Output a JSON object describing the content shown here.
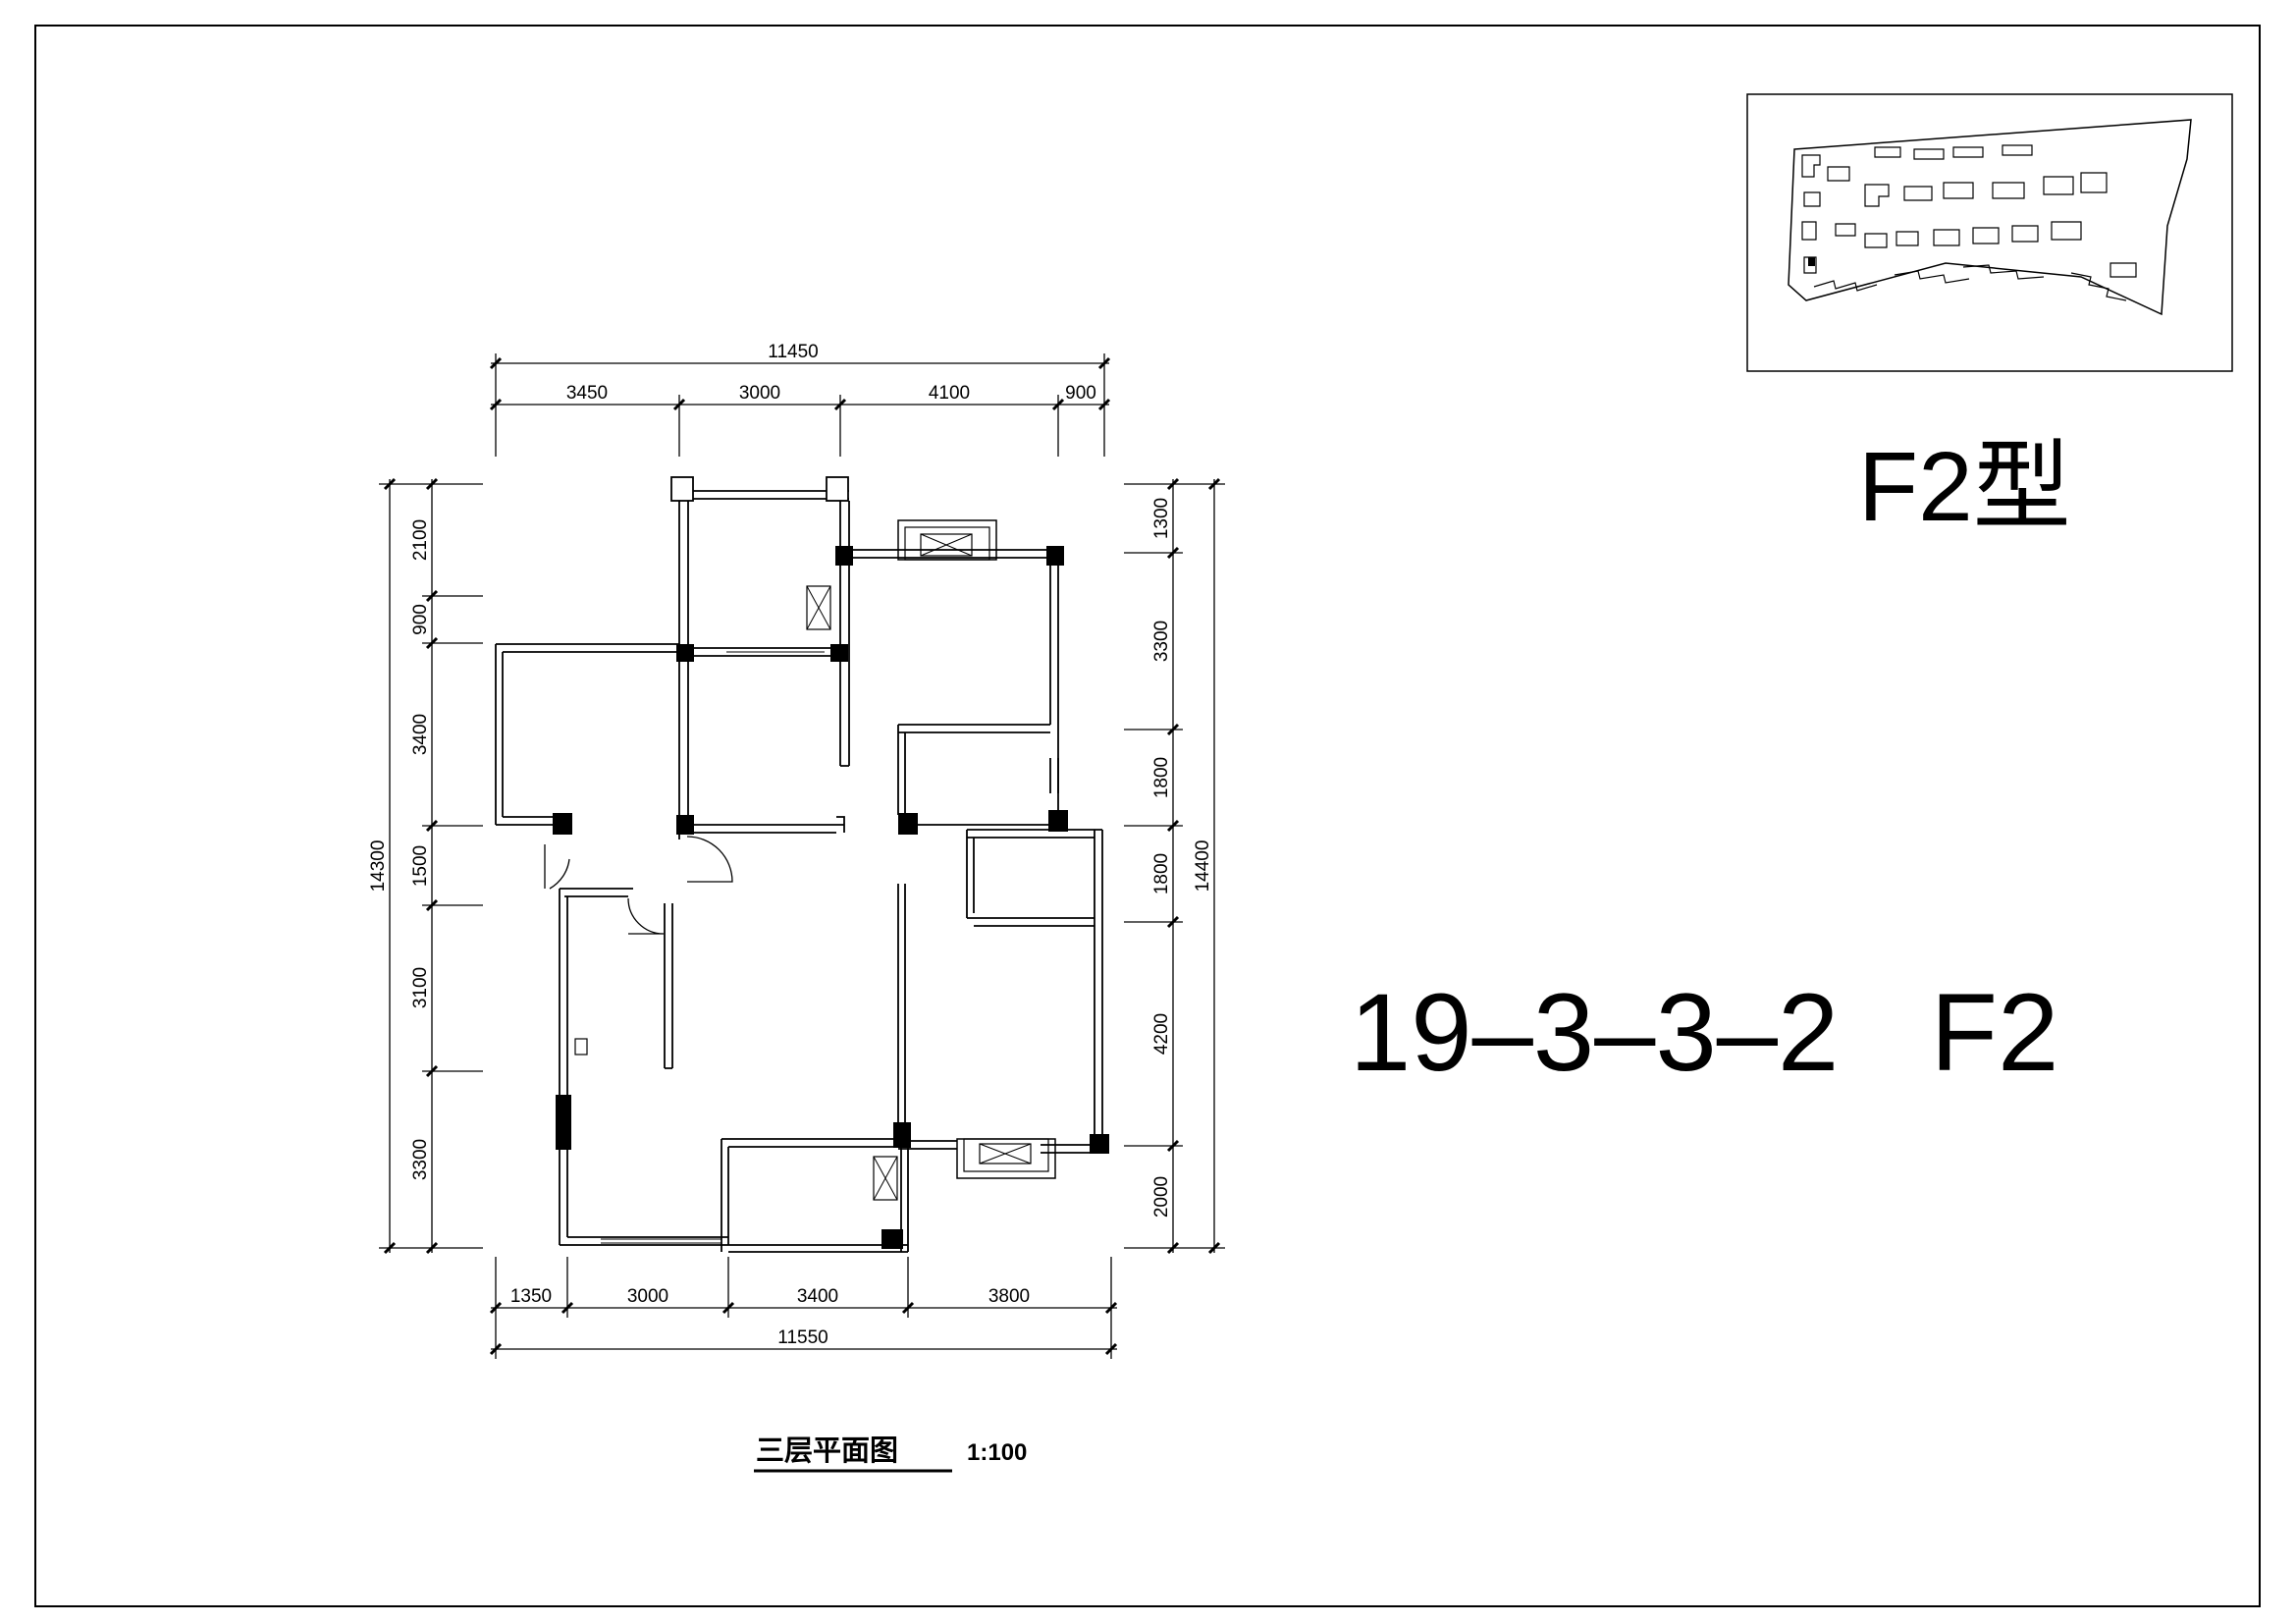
{
  "sheet": {
    "type_title": "F2型",
    "unit_code": "19–3–3–2   F2",
    "drawing_title": "三层平面图",
    "scale": "1:100"
  },
  "dimensions": {
    "top_total": "11450",
    "top_segments": [
      "3450",
      "3000",
      "4100",
      "900"
    ],
    "bottom_total": "11550",
    "bottom_segments": [
      "1350",
      "3000",
      "3400",
      "3800"
    ],
    "left_total": "14300",
    "left_segments": [
      "2100",
      "900",
      "3400",
      "1500",
      "3100",
      "3300"
    ],
    "right_total": "14400",
    "right_segments": [
      "1300",
      "3300",
      "1800",
      "1800",
      "4200",
      "2000"
    ]
  }
}
